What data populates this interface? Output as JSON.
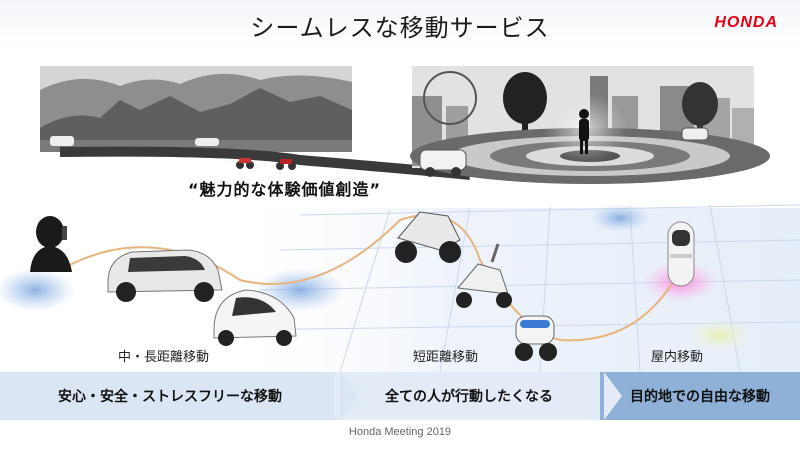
{
  "header": {
    "title": "シームレスな移動サービス",
    "brand": "HONDA"
  },
  "scene": {
    "catchphrase": "“魅力的な体験価値創造”"
  },
  "categories": [
    {
      "label": "中・長距離移動",
      "message": "安心・安全・ストレスフリーな移動"
    },
    {
      "label": "短距離移動",
      "message": "全ての人が行動したくなる"
    },
    {
      "label": "屋内移動",
      "message": "目的地での自由な移動"
    }
  ],
  "footer": {
    "text": "Honda Meeting 2019"
  },
  "colors": {
    "brand": "#e60012",
    "band_light": "#dbe6f4",
    "band_dark": "#8fb0d7"
  }
}
